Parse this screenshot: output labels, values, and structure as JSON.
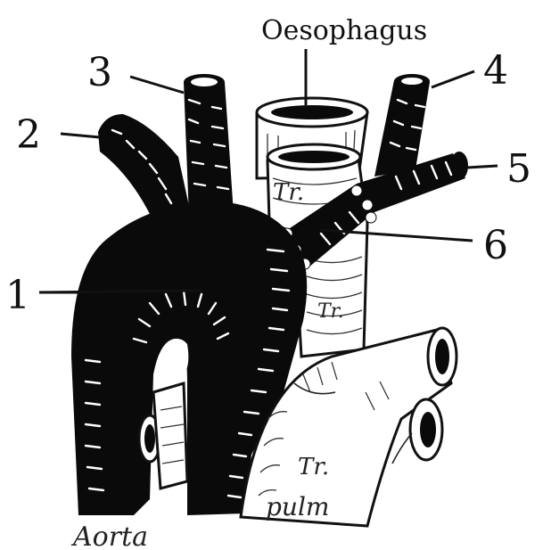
{
  "labels": {
    "oesophagus": "Oesophagus",
    "n1": "1",
    "n2": "2",
    "n3": "3",
    "n4": "4",
    "n5": "5",
    "n6": "6",
    "trachea_top": "Tr.",
    "trachea_mid": "Tr.",
    "tr_pulm_line1": "Tr.",
    "tr_pulm_line2": "pulm",
    "aorta": "Aorta"
  },
  "colors": {
    "ink": "#0a0a0a",
    "paper": "#ffffff"
  }
}
